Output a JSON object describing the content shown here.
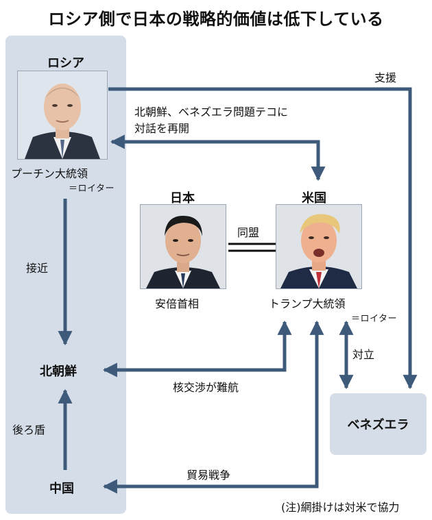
{
  "title": "ロシア側で日本の戦略的価値は低下している",
  "nodes": {
    "russia": "ロシア",
    "japan": "日本",
    "usa": "米国",
    "north_korea": "北朝鮮",
    "china": "中国",
    "venezuela": "ベネズエラ"
  },
  "captions": {
    "putin": "プーチン大統領",
    "putin_credit": "＝ロイター",
    "abe": "安倍首相",
    "trump": "トランプ大統領",
    "trump_credit": "＝ロイター"
  },
  "relations": {
    "support": "支援",
    "dialogue_line1": "北朝鮮、ベネズエラ問題テコに",
    "dialogue_line2": "対話を再開",
    "alliance": "同盟",
    "approach": "接近",
    "nuclear_talks": "核交渉が難航",
    "confrontation": "対立",
    "backing": "後ろ盾",
    "trade_war": "貿易戦争"
  },
  "note": "(注)網掛けは対米で協力",
  "colors": {
    "shading": "#d5dde8",
    "arrow": "#3d5a7a"
  }
}
